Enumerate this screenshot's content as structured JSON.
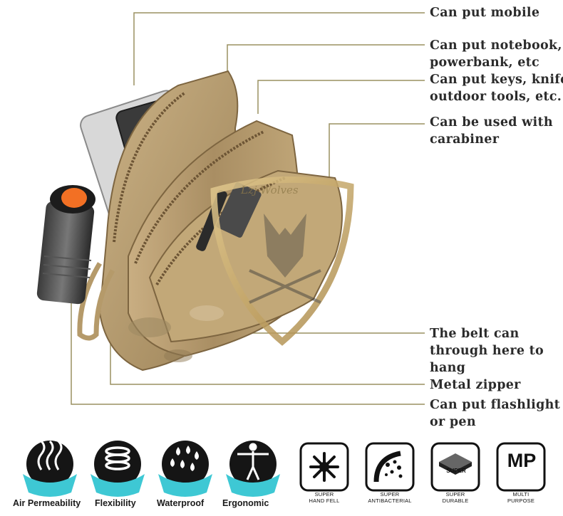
{
  "callouts": [
    {
      "line1": "Can put mobile",
      "line2": ""
    },
    {
      "line1": "Can put notebook,",
      "line2": "powerbank, etc"
    },
    {
      "line1": "Can put keys, knife",
      "line2": "outdoor tools, etc."
    },
    {
      "line1": "Can be used with",
      "line2": "carabiner"
    },
    {
      "line1": "The belt can",
      "line2": "through here to",
      "line3": "hang"
    },
    {
      "line1": "Metal zipper",
      "line2": ""
    },
    {
      "line1": "Can put flashlight",
      "line2": "or pen"
    }
  ],
  "watermark_text": "Lzj Wolves",
  "features": [
    {
      "label": "Air Permeability",
      "icon": "air-permeability-icon"
    },
    {
      "label": "Flexibility",
      "icon": "spring-icon"
    },
    {
      "label": "Waterproof",
      "icon": "water-drops-icon"
    },
    {
      "label": "Ergonomic",
      "icon": "human-figure-icon"
    }
  ],
  "badges": [
    {
      "line1": "SUPER",
      "line2": "HAND FELL",
      "icon": "hand-feel-icon"
    },
    {
      "line1": "SUPER",
      "line2": "ANTIBACTERIAL",
      "icon": "antibacterial-icon"
    },
    {
      "line1": "SUPER",
      "line2": "DURABLE",
      "icon": "super-durable-icon",
      "inner": "SUPER"
    },
    {
      "line1": "MULTI",
      "line2": "PURPOSE",
      "icon": "multi-purpose-icon",
      "inner": "MP"
    }
  ],
  "colors": {
    "leader_line": "#9a9060",
    "callout_text": "#2b2b2b",
    "feature_teal": "#3ec8d4",
    "feature_dark": "#151515",
    "bag_tan": "#b89b6c",
    "watermark_gold": "#c9a86a"
  }
}
